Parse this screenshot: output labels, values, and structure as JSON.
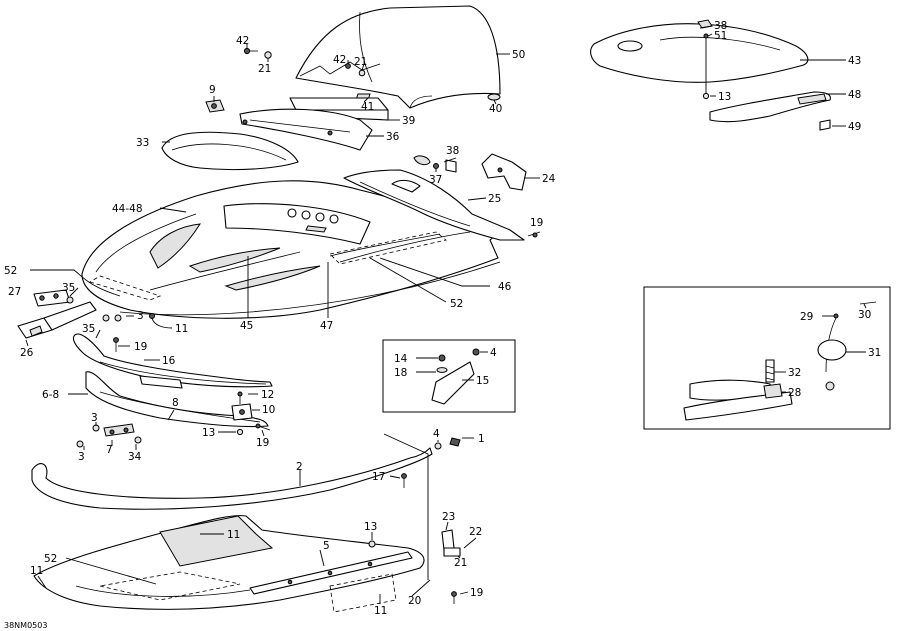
{
  "drawing_code": "38NM0503",
  "callouts": [
    {
      "id": "c1",
      "text": "42"
    },
    {
      "id": "c2",
      "text": "21"
    },
    {
      "id": "c3",
      "text": "42"
    },
    {
      "id": "c4",
      "text": "21"
    },
    {
      "id": "c5",
      "text": "50"
    },
    {
      "id": "c6",
      "text": "41"
    },
    {
      "id": "c7",
      "text": "40"
    },
    {
      "id": "c8",
      "text": "9"
    },
    {
      "id": "c9",
      "text": "39"
    },
    {
      "id": "c10",
      "text": "36"
    },
    {
      "id": "c11",
      "text": "33"
    },
    {
      "id": "c12",
      "text": "38"
    },
    {
      "id": "c13",
      "text": "37"
    },
    {
      "id": "c14",
      "text": "24"
    },
    {
      "id": "c15",
      "text": "25"
    },
    {
      "id": "c16",
      "text": "44-48"
    },
    {
      "id": "c17",
      "text": "19"
    },
    {
      "id": "c18",
      "text": "52"
    },
    {
      "id": "c19",
      "text": "46"
    },
    {
      "id": "c20",
      "text": "52"
    },
    {
      "id": "c21",
      "text": "27"
    },
    {
      "id": "c22",
      "text": "35"
    },
    {
      "id": "c23",
      "text": "3"
    },
    {
      "id": "c24",
      "text": "11"
    },
    {
      "id": "c25",
      "text": "45"
    },
    {
      "id": "c26",
      "text": "47"
    },
    {
      "id": "c27",
      "text": "26"
    },
    {
      "id": "c28",
      "text": "35"
    },
    {
      "id": "c29",
      "text": "19"
    },
    {
      "id": "c30",
      "text": "16"
    },
    {
      "id": "c31",
      "text": "6-8"
    },
    {
      "id": "c32",
      "text": "12"
    },
    {
      "id": "c33",
      "text": "8"
    },
    {
      "id": "c34",
      "text": "10"
    },
    {
      "id": "c35",
      "text": "3"
    },
    {
      "id": "c36",
      "text": "13"
    },
    {
      "id": "c37",
      "text": "19"
    },
    {
      "id": "c38",
      "text": "3"
    },
    {
      "id": "c39",
      "text": "7"
    },
    {
      "id": "c40",
      "text": "34"
    },
    {
      "id": "c41",
      "text": "14"
    },
    {
      "id": "c42",
      "text": "4"
    },
    {
      "id": "c43",
      "text": "18"
    },
    {
      "id": "c44",
      "text": "15"
    },
    {
      "id": "c45",
      "text": "4"
    },
    {
      "id": "c46",
      "text": "1"
    },
    {
      "id": "c47",
      "text": "2"
    },
    {
      "id": "c48",
      "text": "17"
    },
    {
      "id": "c49",
      "text": "11"
    },
    {
      "id": "c50",
      "text": "13"
    },
    {
      "id": "c51",
      "text": "23"
    },
    {
      "id": "c52",
      "text": "22"
    },
    {
      "id": "c53",
      "text": "5"
    },
    {
      "id": "c54",
      "text": "21"
    },
    {
      "id": "c55",
      "text": "52"
    },
    {
      "id": "c56",
      "text": "11"
    },
    {
      "id": "c57",
      "text": "11"
    },
    {
      "id": "c58",
      "text": "20"
    },
    {
      "id": "c59",
      "text": "19"
    },
    {
      "id": "c60",
      "text": "38"
    },
    {
      "id": "c61",
      "text": "51"
    },
    {
      "id": "c62",
      "text": "43"
    },
    {
      "id": "c63",
      "text": "13"
    },
    {
      "id": "c64",
      "text": "48"
    },
    {
      "id": "c65",
      "text": "49"
    },
    {
      "id": "c66",
      "text": "29"
    },
    {
      "id": "c67",
      "text": "30"
    },
    {
      "id": "c68",
      "text": "31"
    },
    {
      "id": "c69",
      "text": "32"
    },
    {
      "id": "c70",
      "text": "28"
    }
  ]
}
